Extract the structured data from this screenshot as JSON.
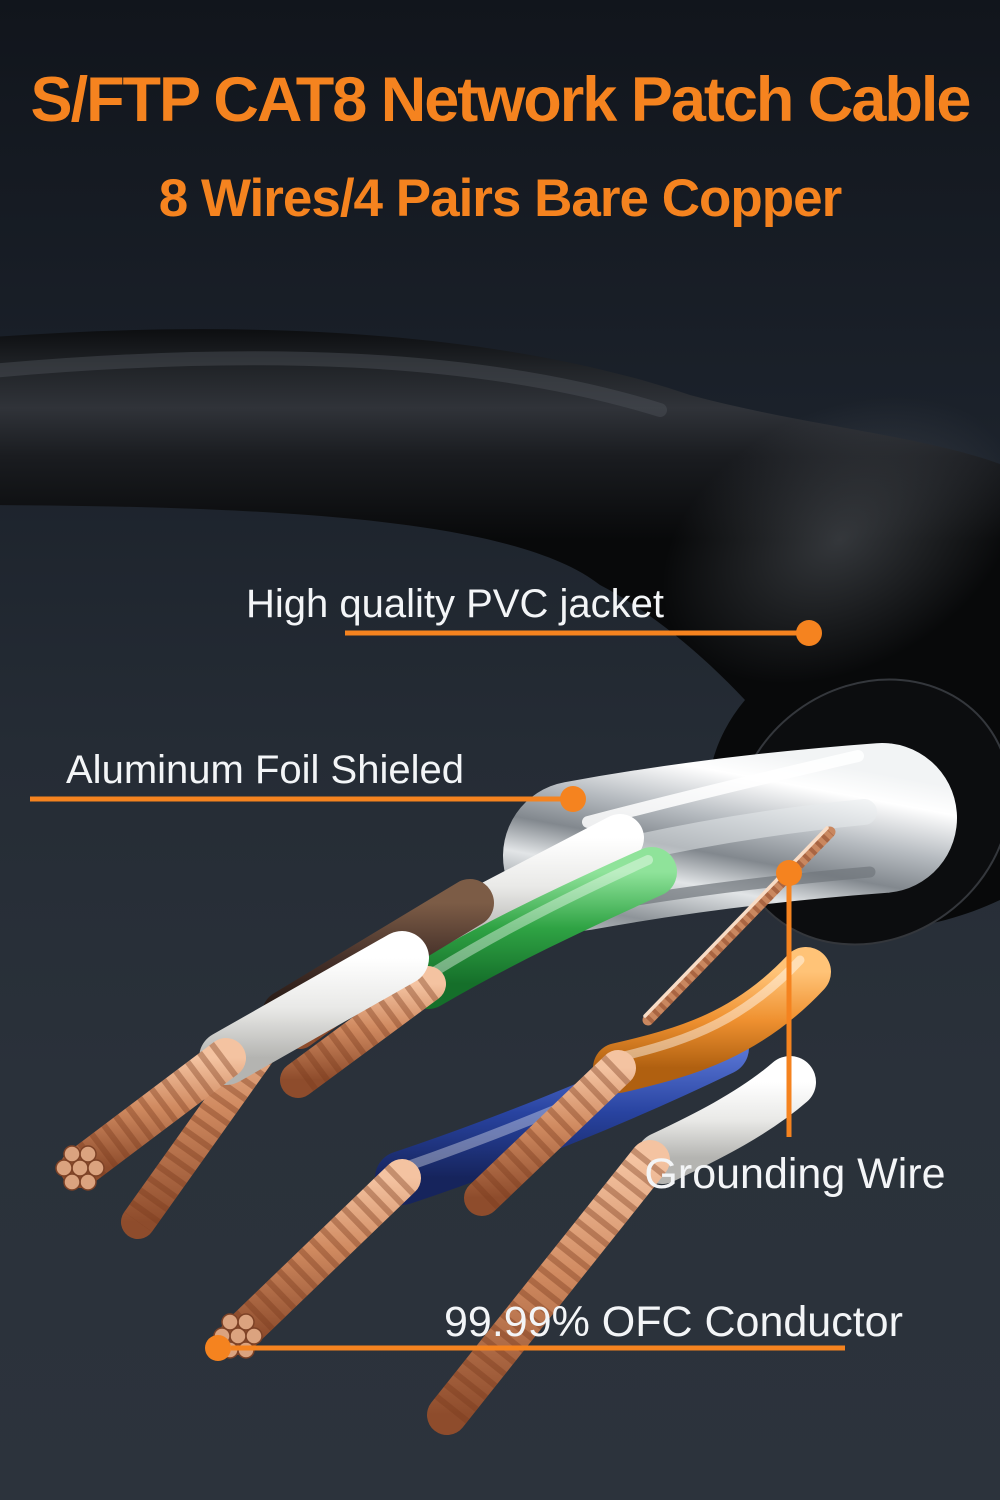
{
  "page": {
    "title": "S/FTP CAT8 Network Patch Cable",
    "subtitle": "8 Wires/4 Pairs Bare Copper"
  },
  "callouts": {
    "pvc_jacket": "High quality PVC jacket",
    "foil_shield": "Aluminum Foil Shieled",
    "grounding_wire": "Grounding Wire",
    "ofc_conductor": "99.99% OFC Conductor"
  },
  "cable": {
    "type": "S/FTP CAT8 patch cable cutaway",
    "jacket": "black PVC",
    "shield": "aluminum foil",
    "wire_colors": [
      "white",
      "green",
      "brown",
      "white",
      "blue",
      "orange",
      "white",
      "bare copper ground"
    ],
    "conductor": "stranded bare copper"
  },
  "colors": {
    "accent_orange": "#F5831F",
    "title_orange": "#F5831F",
    "label_white": "#F3F5F7",
    "background_top": "#11151C",
    "background_bottom": "#2C333C",
    "jacket_black": "#121418",
    "foil_silver": "#C9CDD1",
    "copper": "#C9835D",
    "wire_white": "#EDEDEB",
    "wire_green": "#35A94A",
    "wire_blue": "#2A41A0",
    "wire_orange": "#F09133",
    "wire_brown": "#46312A"
  }
}
